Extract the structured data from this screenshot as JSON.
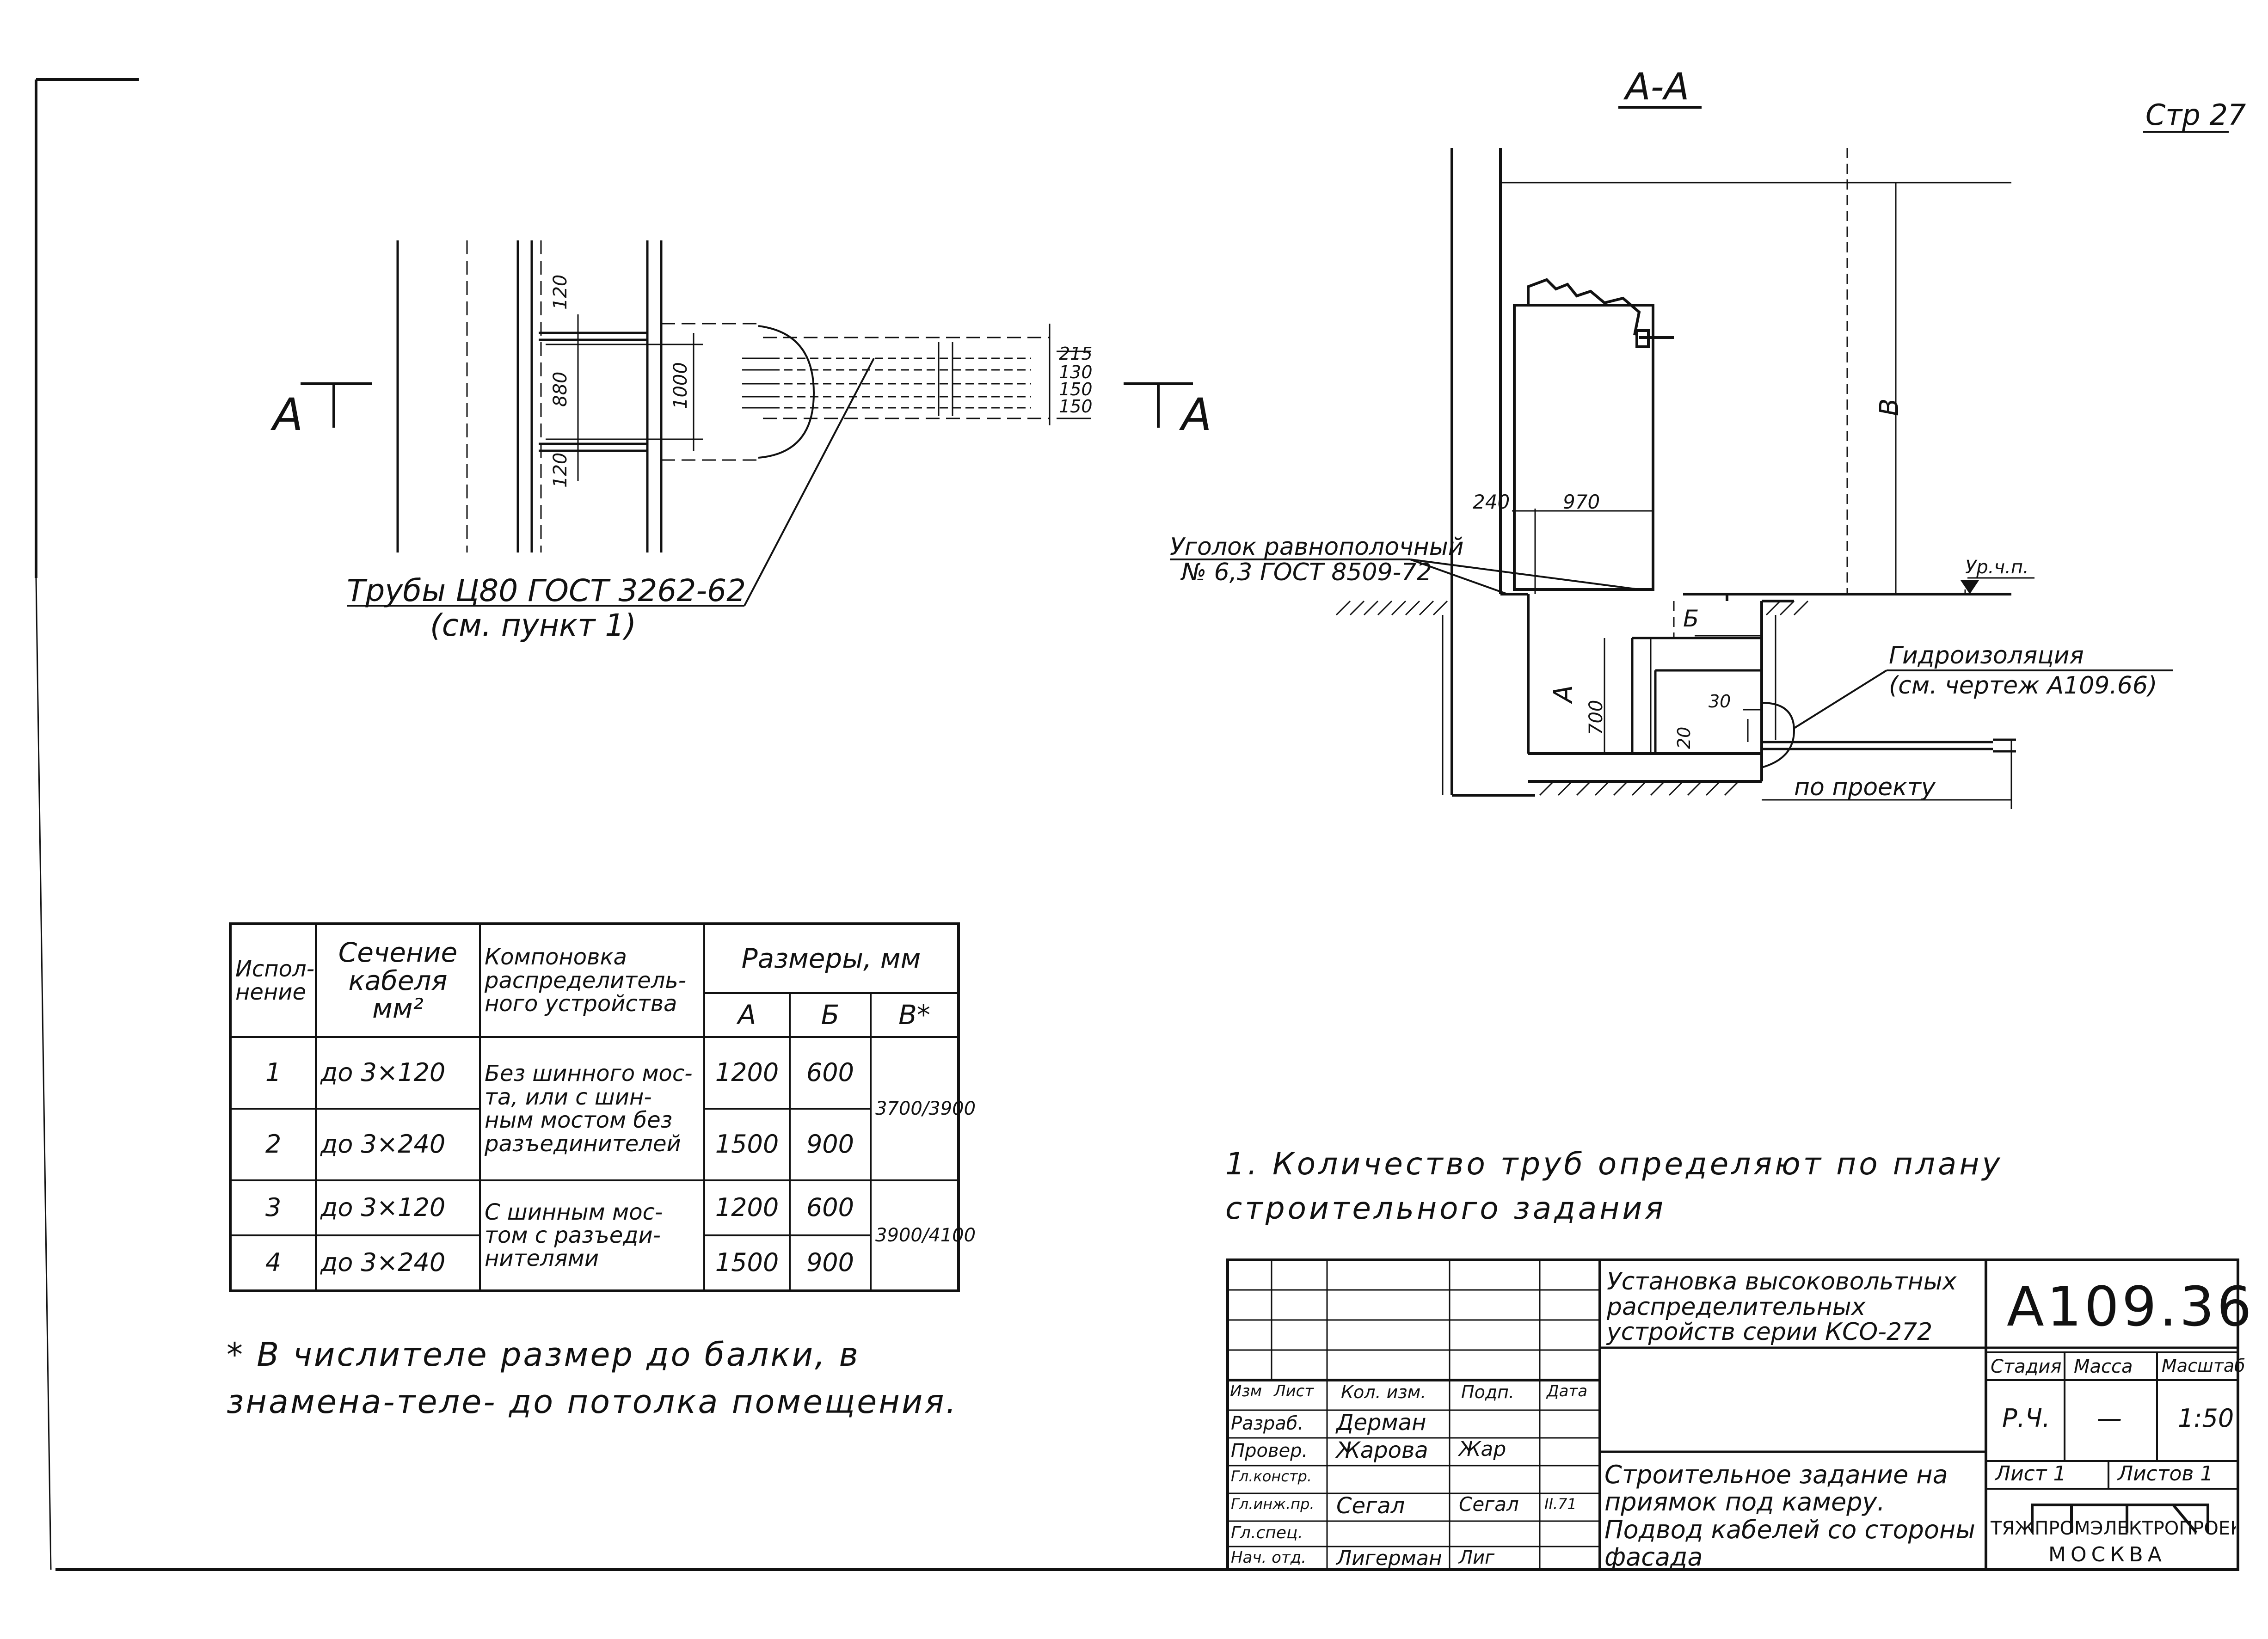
{
  "page_number": "Стр 27",
  "section": {
    "title": "А-А",
    "marker_left": "А",
    "marker_right": "А"
  },
  "plan": {
    "dims": [
      "120",
      "880",
      "120",
      "1000"
    ],
    "pipe_dims": [
      "215",
      "130",
      "150",
      "150"
    ],
    "pipes_label": "Трубы Ц80 ГОСТ 3262-62",
    "pipes_note": "(см. пункт 1)"
  },
  "elevation": {
    "dim_240": "240",
    "dim_970": "970",
    "dim_B": "В",
    "dim_A": "А",
    "dim_Bsmall": "Б",
    "dim_700": "700",
    "dim_30": "30",
    "dim_20": "20",
    "floor_level": "Ур.ч.п.",
    "angle_label_1": "Уголок равнополочный",
    "angle_label_2": "№ 6,3  ГОСТ 8509-72",
    "waterproof_1": "Гидроизоляция",
    "waterproof_2": "(см. чертеж А109.66)",
    "by_project": "по проекту"
  },
  "table": {
    "headers": {
      "execution": "Испол-нение",
      "section": "Сечение кабеля мм²",
      "layout": "Компоновка распределитель-ного устройства",
      "sizes": "Размеры, мм",
      "A": "А",
      "B": "Б",
      "V": "В*"
    },
    "rows": [
      {
        "n": "1",
        "section": "до 3×120",
        "layout": "Без шинного мос-та, или с шин-ным мостом без разъединителей",
        "A": "1200",
        "B": "600",
        "V": "3700/3900"
      },
      {
        "n": "2",
        "section": "до 3×240",
        "A": "1500",
        "B": "900"
      },
      {
        "n": "3",
        "section": "до 3×120",
        "layout": "С шинным мос-том с разъеди-нителями",
        "A": "1200",
        "B": "600",
        "V": "3900/4100"
      },
      {
        "n": "4",
        "section": "до 3×240",
        "A": "1500",
        "B": "900"
      }
    ]
  },
  "note_1": "1. Количество труб определяют по плану строительного задания",
  "note_2": "* В числителе размер до балки, в знамена-теле- до потолка помещения.",
  "title_block": {
    "project_title": "Установка высоковольтных распределительных устройств серии КСО-272",
    "code": "А109.36",
    "col_headers": [
      "Изм",
      "Лист",
      "Кол. изм.",
      "Подп.",
      "Дата"
    ],
    "roles": [
      {
        "role": "Разраб.",
        "name": "Дерман",
        "sign": ""
      },
      {
        "role": "Провер.",
        "name": "Жарова",
        "sign": "Жар"
      },
      {
        "role": "Гл.констр.",
        "name": "",
        "sign": ""
      },
      {
        "role": "Гл.инж.пр.",
        "name": "Сегал",
        "sign": "Сегал",
        "date": "II.71"
      },
      {
        "role": "Гл.спец.",
        "name": "",
        "sign": ""
      },
      {
        "role": "Нач. отд.",
        "name": "Лигерман",
        "sign": "Лиг"
      }
    ],
    "stage_label": "Стадия",
    "mass_label": "Масса",
    "scale_label": "Масштаб",
    "stage": "Р.Ч.",
    "mass": "—",
    "scale": "1:50",
    "sheet_label": "Лист 1",
    "sheets_label": "Листов 1",
    "task_description": "Строительное задание на приямок под камеру. Подвод кабелей со стороны фасада",
    "org_name": "ТЯЖПРОМЭЛЕКТРОПРОЕКТ",
    "org_city": "МОСКВА"
  }
}
